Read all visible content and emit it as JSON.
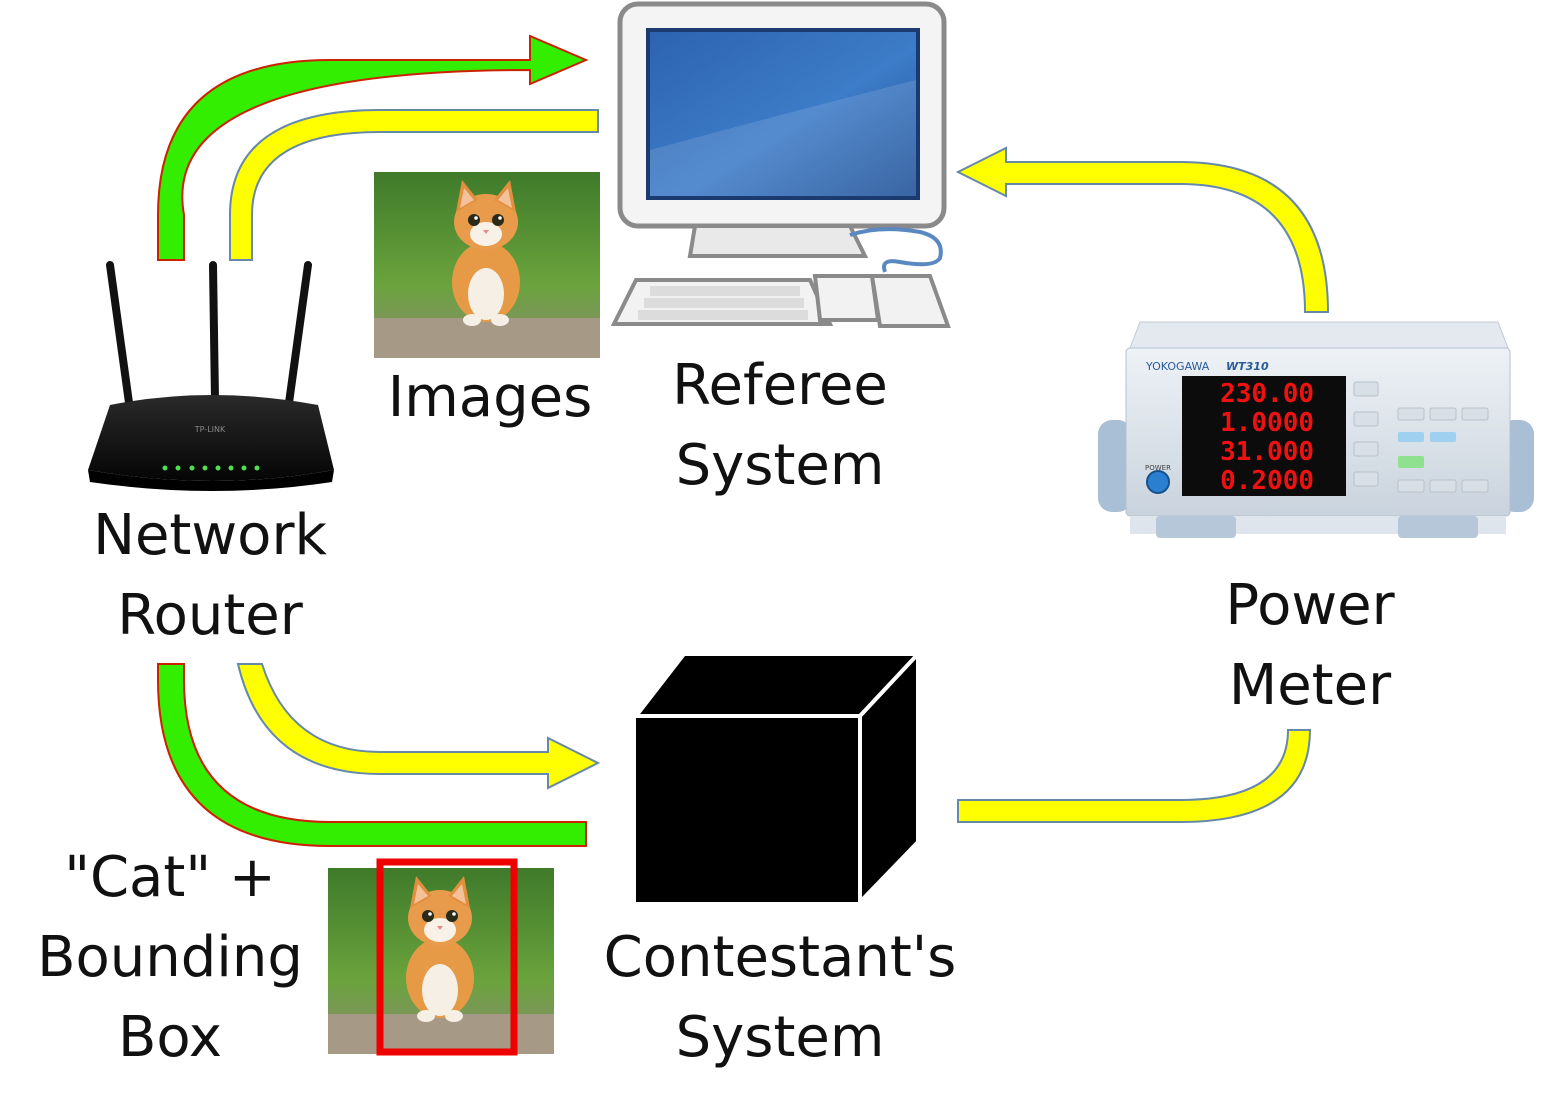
{
  "labels": {
    "images": "Images",
    "referee": [
      "Referee",
      "System"
    ],
    "router": [
      "Network",
      "Router"
    ],
    "power": [
      "Power",
      "Meter"
    ],
    "contestant": [
      "Contestant's",
      "System"
    ],
    "cat_box": [
      "\"Cat\" +",
      "Bounding",
      "Box"
    ]
  },
  "power_meter": {
    "brand": "YOKOGAWA",
    "model": "WT310",
    "readings": [
      "230.00",
      "1.0000",
      "31.000",
      "0.2000"
    ],
    "power_button": "POWER"
  },
  "router_brand": "TP-LINK",
  "colors": {
    "request_arrow": "#33ee00",
    "request_outline": "#cc2200",
    "data_arrow": "#ffff00",
    "data_outline": "#6688aa",
    "bbox": "#ee0000",
    "led": "#ee1111"
  }
}
